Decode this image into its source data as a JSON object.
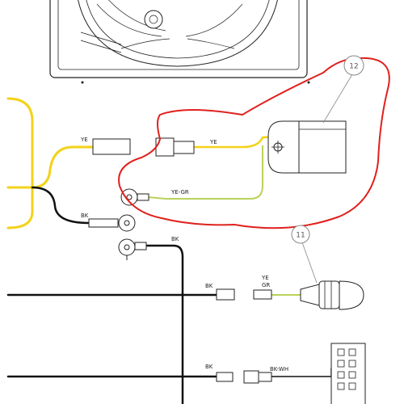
{
  "diagram": {
    "callouts": [
      {
        "id": "callout-12",
        "label": "12"
      },
      {
        "id": "callout-11",
        "label": "11"
      }
    ],
    "wire_labels": {
      "ye_left": "YE",
      "ye_right": "YE",
      "ye_gr": "YE-GR",
      "bk_left": "BK",
      "bk_mid": "BK",
      "bk_plug": "BK",
      "ye_gr_plug_top": "YE",
      "ye_gr_plug_bottom": "GR",
      "bk_lower": "BK",
      "bk_wh": "BK-WH"
    },
    "colors": {
      "yellow_wire": "#f3d21a",
      "black_wire": "#111111",
      "yellow_green_wire": "#b9d25a",
      "highlight": "#e0211d",
      "outline": "#222222",
      "callout_circle": "#888888"
    }
  }
}
